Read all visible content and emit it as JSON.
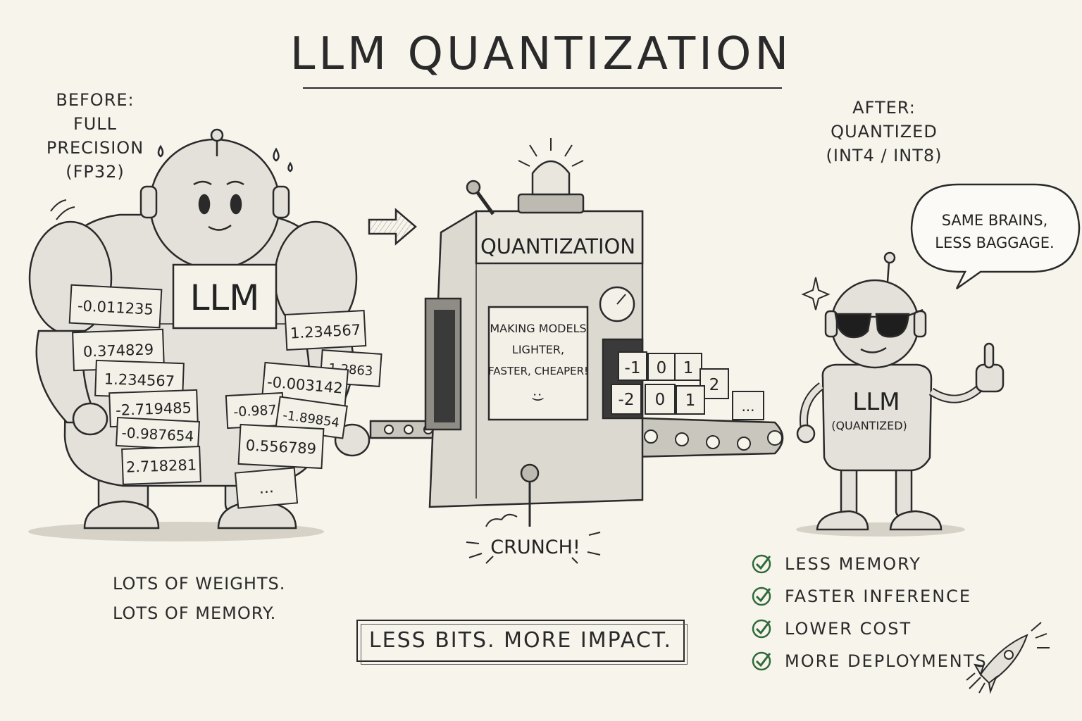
{
  "title": "LLM QUANTIZATION",
  "before": {
    "line1": "BEFORE:",
    "line2": "FULL PRECISION",
    "line3": "(FP32)"
  },
  "after": {
    "line1": "AFTER:",
    "line2": "QUANTIZED",
    "line3": "(INT4 / INT8)"
  },
  "big_robot": {
    "chest_label": "LLM",
    "weights": [
      "-0.011235",
      "0.374829",
      "1.234567",
      "-2.719485",
      "-0.987654",
      "2.718281",
      "1.234567",
      "-0.003142",
      "-0.987",
      "-1.89854",
      "0.556789",
      "...",
      "1.2863"
    ]
  },
  "machine": {
    "label": "QUANTIZATION",
    "screen_line1": "MAKING MODELS",
    "screen_line2": "LIGHTER,",
    "screen_line3": "FASTER, CHEAPER!",
    "screen_smile": ":)",
    "sound": "CRUNCH!",
    "output_blocks": [
      "-1",
      "0",
      "1",
      "2",
      "-2",
      "0",
      "1",
      "..."
    ]
  },
  "small_robot": {
    "chest_label": "LLM",
    "chest_sublabel": "(QUANTIZED)",
    "speech_line1": "SAME BRAINS,",
    "speech_line2": "LESS BAGGAGE."
  },
  "bottom_note": {
    "line1": "LOTS OF WEIGHTS.",
    "line2": "LOTS OF MEMORY."
  },
  "slogan": "LESS BITS. MORE IMPACT.",
  "benefits": [
    "LESS MEMORY",
    "FASTER INFERENCE",
    "LOWER COST",
    "MORE DEPLOYMENTS"
  ],
  "colors": {
    "paper": "#f7f4ec",
    "ink": "#2a2a2a",
    "check": "#2e6b3a",
    "metal": "#d9d6cf"
  }
}
